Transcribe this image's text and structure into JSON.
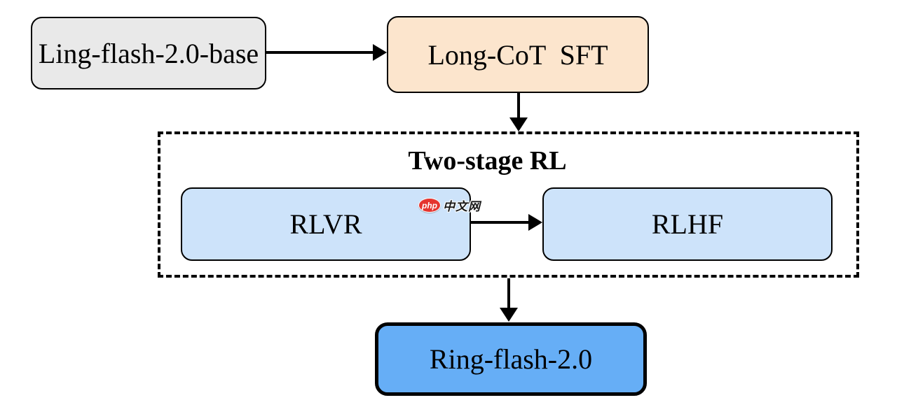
{
  "diagram": {
    "group_title": "Two-stage RL",
    "nodes": {
      "base": "Ling-flash-2.0-base",
      "sft": "Long-CoT  SFT",
      "rlvr": "RLVR",
      "rlhf": "RLHF",
      "ring": "Ring-flash-2.0"
    },
    "colors": {
      "base_fill": "#e9e9e9",
      "sft_fill": "#fce5cd",
      "stage_fill": "#cde3fa",
      "ring_fill": "#66aef6",
      "line": "#000000"
    }
  },
  "watermark": {
    "logo": "php",
    "site": "中文网",
    "logo_color": "#e5342f"
  }
}
